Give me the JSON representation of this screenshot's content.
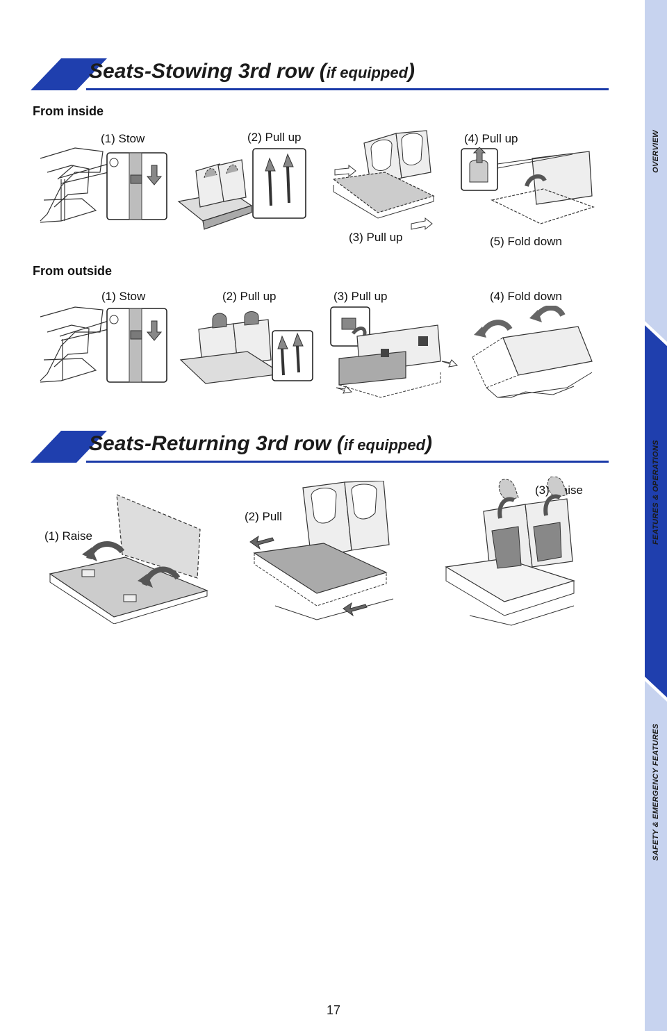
{
  "sidebar": {
    "tabs": [
      {
        "label": "OVERVIEW"
      },
      {
        "label": "FEATURES & OPERATIONS"
      },
      {
        "label": "SAFETY & EMERGENCY FEATURES"
      }
    ]
  },
  "stowing": {
    "title_main": "Seats-Stowing 3rd row (",
    "title_small": "if equipped",
    "title_end": ")",
    "from_inside": {
      "heading": "From inside",
      "steps": [
        "(1) Stow",
        "(2) Pull up",
        "(3) Pull up",
        "(4) Pull up",
        "(5) Fold down"
      ]
    },
    "from_outside": {
      "heading": "From outside",
      "steps": [
        "(1) Stow",
        "(2) Pull up",
        "(3) Pull up",
        "(4) Fold down"
      ]
    }
  },
  "returning": {
    "title_main": "Seats-Returning 3rd row (",
    "title_small": "if equipped",
    "title_end": ")",
    "steps": [
      "(1) Raise",
      "(2) Pull",
      "(3) Raise"
    ]
  },
  "page_number": "17",
  "colors": {
    "accent": "#1a3aa8",
    "tab_bg": "#c7d3ef",
    "tab_active": "#1f3fae"
  }
}
